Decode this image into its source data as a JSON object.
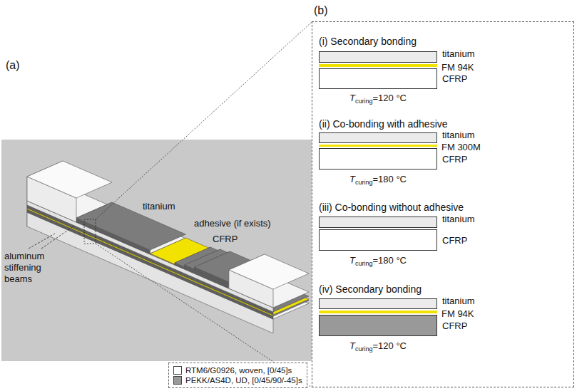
{
  "diagram": {
    "nodes": [
      {
        "text": [
          "(b)"
        ]
      },
      {
        "text": [
          "titanium"
        ],
        "in": 0
      },
      {
        "text": [
          "FM 94K"
        ],
        "in": 0
      },
      {
        "text": [
          "CFRP"
        ],
        "in": 0
      },
      {
        "text": [
          "titanium"
        ],
        "in": 0
      },
      {
        "text": [
          "FM 300M"
        ],
        "in": 0
      },
      {
        "text": [
          "CFRP"
        ],
        "in": 0
      },
      {
        "text": [
          "titanium"
        ],
        "in": 0
      },
      {
        "text": [
          "CFRP"
        ],
        "in": 0
      },
      {
        "text": [
          "titanium"
        ],
        "in": 0
      },
      {
        "text": [
          "FM 94K"
        ],
        "in": 0
      },
      {
        "text": [
          "CFRP"
        ],
        "in": 0
      }
    ],
    "labels": [
      "(a)",
      "titanium",
      "adhesive (if exists)",
      "CFRP",
      "aluminum stiffening beams",
      "(i) Secondary bonding",
      "T",
      "curing",
      "=120 °C",
      "(ii) Co-bonding with adhesive",
      "T",
      "curing",
      "=180 °C",
      "(iii) Co-bonding without adhesive",
      "T",
      "curing",
      "=180 °C",
      "(iv) Secondary bonding",
      "T",
      "curing",
      "=120 °C"
    ],
    "legend": [
      {
        "text": "RTM6/G0926, woven, [0/45]s",
        "color": "#ffffff"
      },
      {
        "text": "PEKK/AS4D, UD, [0/45/90/-45]s",
        "color": "#999999"
      }
    ]
  }
}
